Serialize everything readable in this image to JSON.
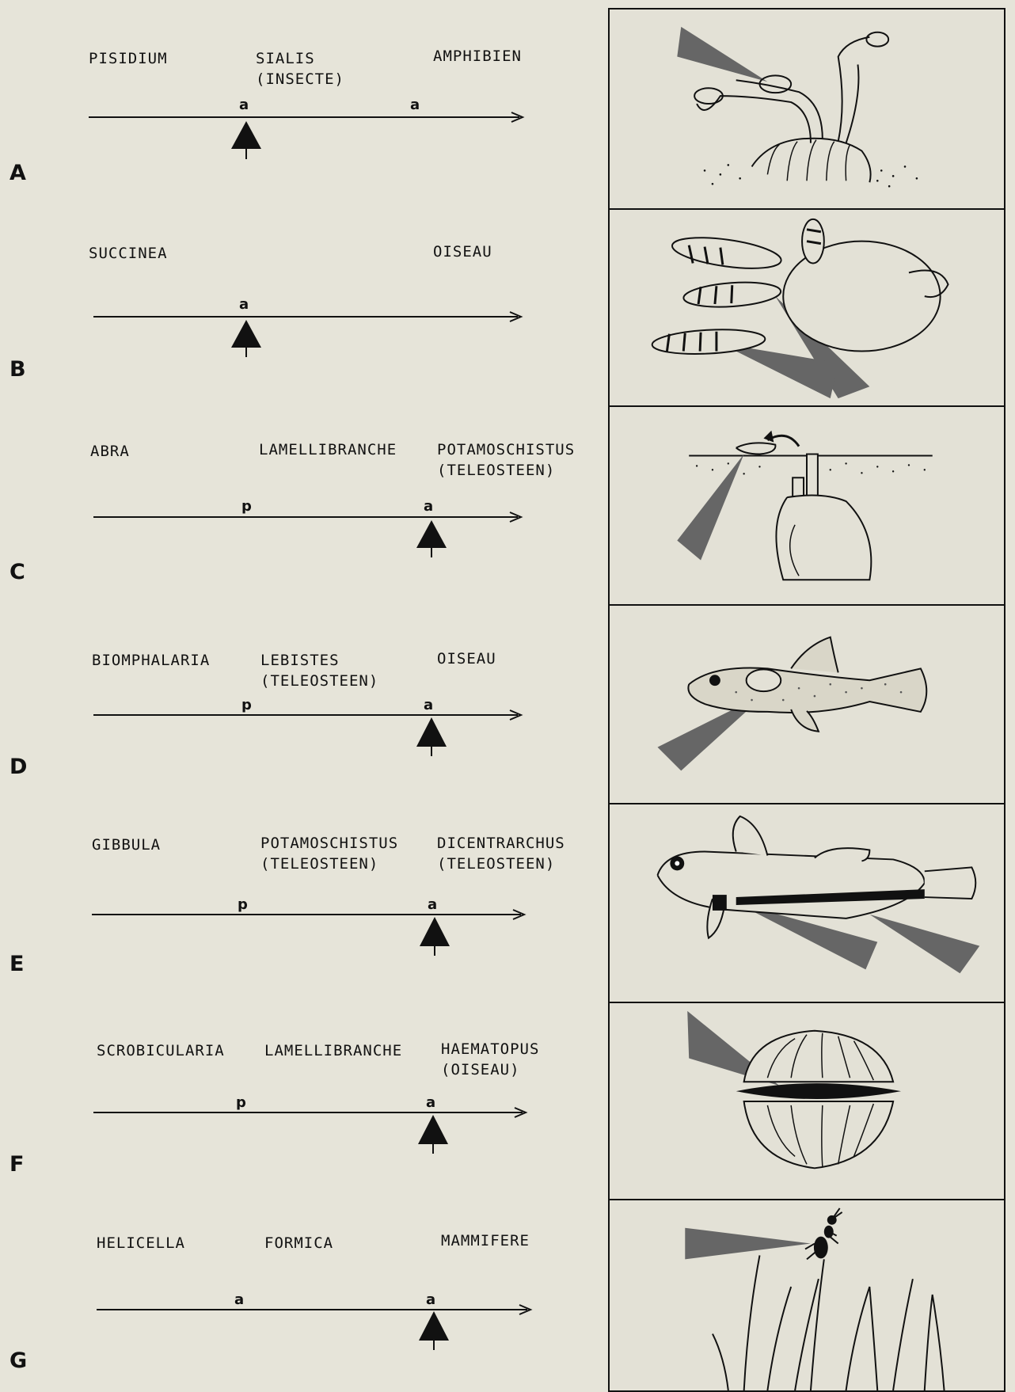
{
  "rows": [
    {
      "letter": "A",
      "host1": "PISIDIUM",
      "host2": "SIALIS\n(INSECTE)",
      "host3": "AMPHIBIEN",
      "m1": "a",
      "m2": "a"
    },
    {
      "letter": "B",
      "host1": "SUCCINEA",
      "host2": "",
      "host3": "OISEAU",
      "m1": "a",
      "m2": ""
    },
    {
      "letter": "C",
      "host1": "ABRA",
      "host2": "LAMELLIBRANCHE",
      "host3": "POTAMOSCHISTUS\n(TELEOSTEEN)",
      "m1": "p",
      "m2": "a"
    },
    {
      "letter": "D",
      "host1": "BIOMPHALARIA",
      "host2": "LEBISTES\n(TELEOSTEEN)",
      "host3": "OISEAU",
      "m1": "p",
      "m2": "a"
    },
    {
      "letter": "E",
      "host1": "GIBBULA",
      "host2": "POTAMOSCHISTUS\n(TELEOSTEEN)",
      "host3": "DICENTRARCHUS\n(TELEOSTEEN)",
      "m1": "p",
      "m2": "a"
    },
    {
      "letter": "F",
      "host1": "SCROBICULARIA",
      "host2": "LAMELLIBRANCHE",
      "host3": "HAEMATOPUS\n(OISEAU)",
      "m1": "p",
      "m2": "a"
    },
    {
      "letter": "G",
      "host1": "HELICELLA",
      "host2": "FORMICA",
      "host3": "MAMMIFERE",
      "m1": "a",
      "m2": "a"
    }
  ],
  "panels": [
    {
      "icon": "snail-tentacles-icon"
    },
    {
      "icon": "snail-sporocyst-icon"
    },
    {
      "icon": "bivalve-siphon-icon"
    },
    {
      "icon": "guppy-fish-icon"
    },
    {
      "icon": "goby-fish-icon"
    },
    {
      "icon": "open-clam-icon"
    },
    {
      "icon": "ant-on-grass-icon"
    }
  ],
  "colors": {
    "paper": "#e6e4d9",
    "ink": "#111111",
    "shade": "#6d6d6d"
  }
}
